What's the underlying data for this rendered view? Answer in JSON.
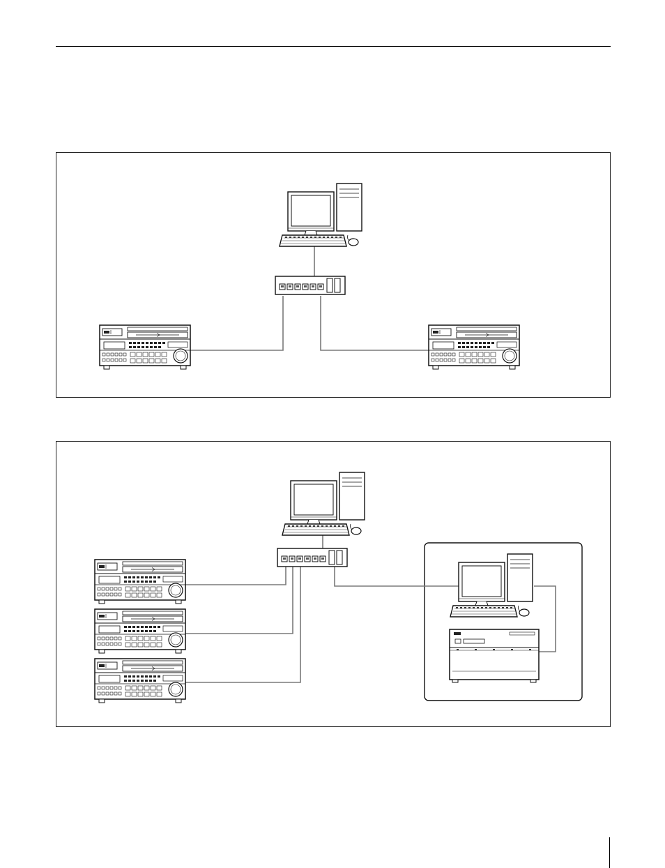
{
  "colors": {
    "line": "#1a1a1a",
    "cable": "#7a7a7a",
    "screen": "#ffffff",
    "page": "#ffffff"
  },
  "icons": [
    "computer-icon",
    "network-hub-icon",
    "vtr-deck-icon",
    "server-icon"
  ],
  "diagrams": [
    {
      "id": "diagram-1",
      "devices": [
        "computer",
        "network-hub",
        "vtr-deck",
        "vtr-deck"
      ]
    },
    {
      "id": "diagram-2",
      "devices": [
        "computer",
        "network-hub",
        "vtr-deck",
        "vtr-deck",
        "vtr-deck",
        "computer",
        "server"
      ]
    }
  ]
}
